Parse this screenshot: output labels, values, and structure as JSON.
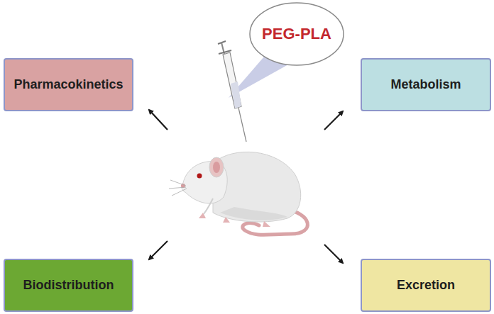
{
  "diagram": {
    "nodes": [
      {
        "text": [
          "PEG-PLA"
        ]
      },
      {
        "text": [
          "Pharmacokinetics"
        ]
      },
      {
        "text": [
          "Metabolism"
        ]
      },
      {
        "text": [
          "Biodistribution"
        ]
      },
      {
        "text": [
          "Excretion"
        ]
      }
    ]
  }
}
